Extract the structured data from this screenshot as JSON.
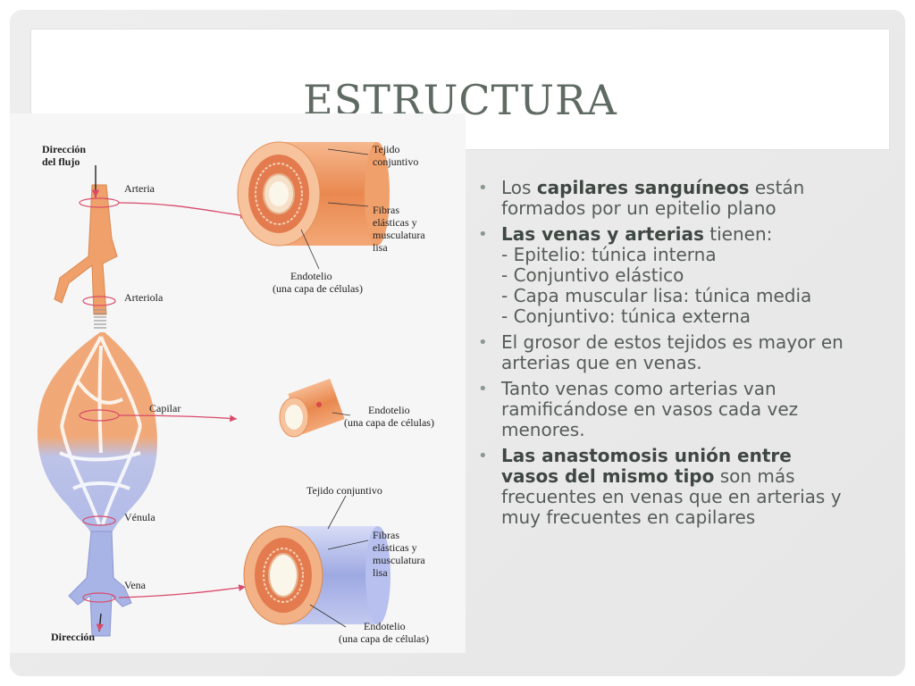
{
  "slide": {
    "title": "ESTRUCTURA"
  },
  "figure": {
    "labels": {
      "direccion_flujo_1": "Dirección",
      "direccion_flujo_2": "del flujo",
      "arteria": "Arteria",
      "arteriola": "Arteriola",
      "capilar": "Capilar",
      "venula": "Vénula",
      "vena": "Vena",
      "direccion": "Dirección",
      "tejido_conjuntivo_1": "Tejido",
      "tejido_conjuntivo_2": "conjuntivo",
      "fibras_1": "Fibras",
      "fibras_2": "elásticas y",
      "fibras_3": "musculatura",
      "fibras_4": "lisa",
      "endotelio_1": "Endotelio",
      "endotelio_2": "(una capa de células)",
      "endotelio_cap_1": "Endotelio",
      "endotelio_cap_2": "(una capa de células)",
      "tejido_conjuntivo_vena": "Tejido conjuntivo",
      "fibras_vena_1": "Fibras",
      "fibras_vena_2": "elásticas y",
      "fibras_vena_3": "musculatura",
      "fibras_vena_4": "lisa",
      "endotelio_vena_1": "Endotelio",
      "endotelio_vena_2": "(una capa de células)"
    }
  },
  "bullets": [
    {
      "pre": "Los ",
      "bold": "capilares sanguíneos",
      "post": " están formados por un epitelio plano"
    },
    {
      "pre": "",
      "bold": "Las venas y arterias",
      "post": " tienen:",
      "lines": [
        "- Epitelio: túnica interna",
        "- Conjuntivo elástico",
        "- Capa muscular lisa: túnica media",
        "- Conjuntivo: túnica externa"
      ]
    },
    {
      "pre": "El grosor de estos tejidos es mayor en arterias que en venas.",
      "bold": "",
      "post": ""
    },
    {
      "pre": "Tanto venas como arterias van ramificándose en vasos cada vez menores.",
      "bold": "",
      "post": ""
    },
    {
      "pre": "",
      "bold": "Las anastomosis unión entre vasos del mismo tipo",
      "post": " son más frecuentes en venas que en arterias y muy frecuentes en capilares"
    }
  ],
  "colors": {
    "artery": "#f0a06a",
    "vein": "#a9b4e6",
    "title": "#5e6a62",
    "text": "#555c58",
    "arrow": "#d94a6a"
  }
}
